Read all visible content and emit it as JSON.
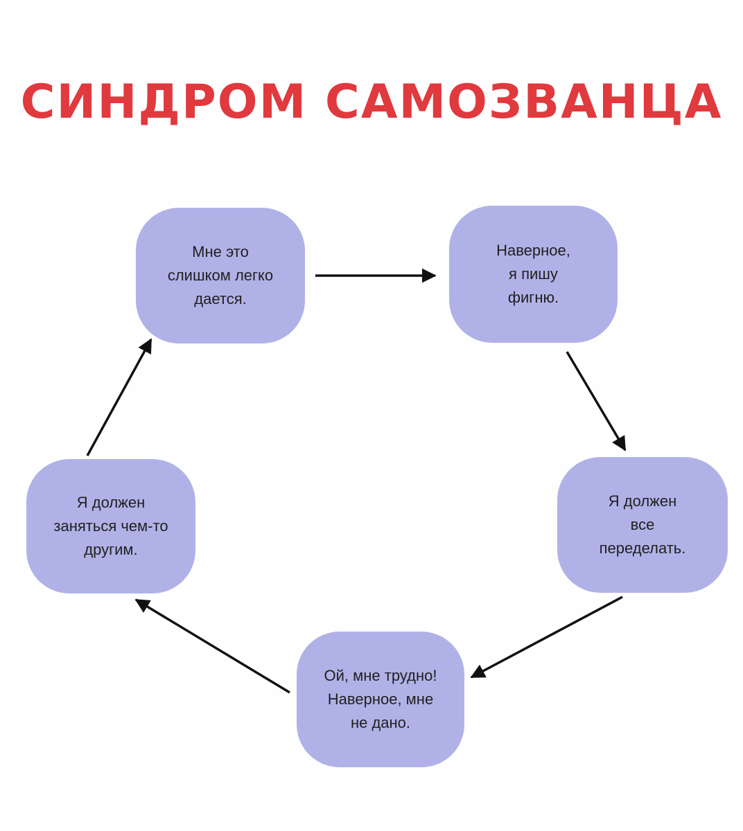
{
  "title": "СИНДРОМ САМОЗВАНЦА",
  "colors": {
    "title": "#e0393e",
    "node_fill": "#b0b2e7",
    "arrow": "#111111",
    "text": "#1f1f1f"
  },
  "nodes": [
    {
      "lines": [
        "Мне это",
        "слишком легко",
        "дается."
      ]
    },
    {
      "lines": [
        "Наверное,",
        "я пишу",
        "фигню."
      ]
    },
    {
      "lines": [
        "Я должен",
        "все",
        "переделать."
      ]
    },
    {
      "lines": [
        "Ой, мне трудно!",
        "Наверное, мне",
        "не дано."
      ]
    },
    {
      "lines": [
        "Я должен",
        "заняться чем-то",
        "другим."
      ]
    }
  ],
  "edges": [
    {
      "from": 1,
      "to": 2
    },
    {
      "from": 2,
      "to": 3
    },
    {
      "from": 3,
      "to": 4
    },
    {
      "from": 4,
      "to": 5
    },
    {
      "from": 5,
      "to": 1
    }
  ]
}
